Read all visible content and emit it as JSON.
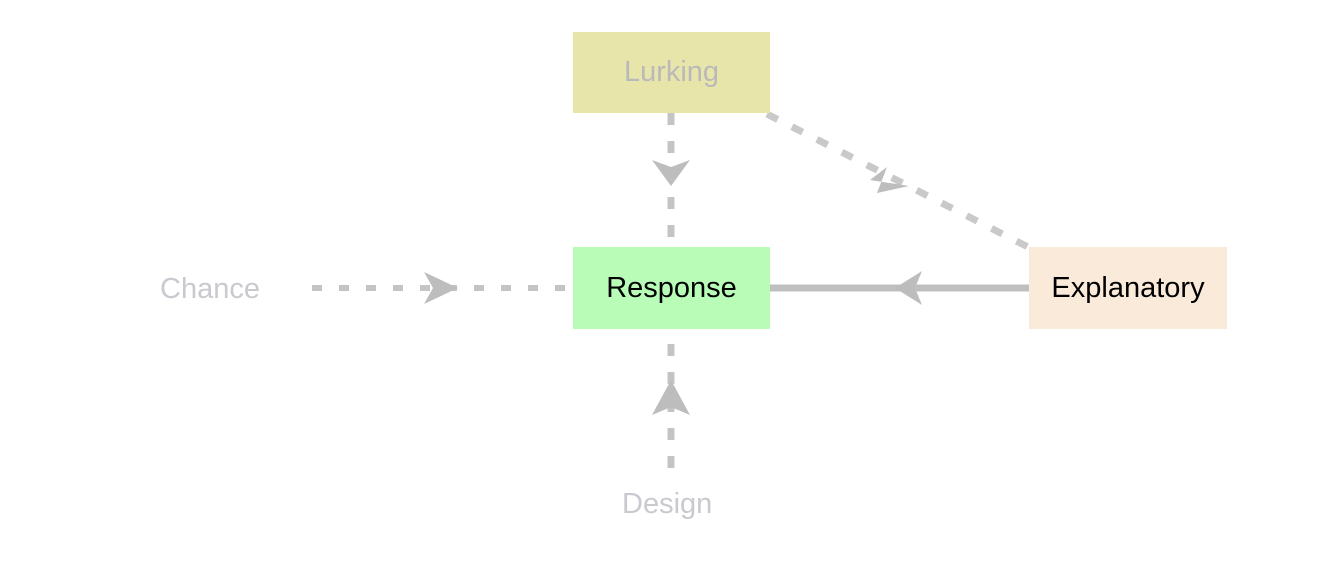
{
  "diagram": {
    "title": "Lurking variable causal diagram",
    "background_color": "#ffffff",
    "edge_color": "#bfbfbf",
    "nodes": [
      {
        "id": "lurking",
        "label": "Lurking",
        "fill": "#e8e5ab",
        "text_color": "#b9b9b9"
      },
      {
        "id": "response",
        "label": "Response",
        "fill": "#b8fcb8",
        "text_color": "#000000"
      },
      {
        "id": "explanatory",
        "label": "Explanatory",
        "fill": "#faeada",
        "text_color": "#000000"
      }
    ],
    "free_labels": [
      {
        "id": "chance",
        "label": "Chance",
        "text_color": "#c9c9cf"
      },
      {
        "id": "design",
        "label": "Design",
        "text_color": "#c9c9cf"
      }
    ],
    "edges": [
      {
        "id": "lurking-to-response",
        "from": "lurking",
        "to": "response",
        "style": "dashed",
        "direction": "down",
        "color": "#bfbfbf"
      },
      {
        "id": "lurking-to-explanatory",
        "from": "lurking",
        "to": "explanatory",
        "style": "dashed",
        "direction": "down-right",
        "color": "#bfbfbf"
      },
      {
        "id": "explanatory-to-response",
        "from": "explanatory",
        "to": "response",
        "style": "solid",
        "direction": "left",
        "color": "#bfbfbf"
      },
      {
        "id": "chance-to-response",
        "from": "chance",
        "to": "response",
        "style": "dotted",
        "direction": "right",
        "color": "#bfbfbf"
      },
      {
        "id": "design-to-response",
        "from": "design",
        "to": "response",
        "style": "dashed",
        "direction": "up",
        "color": "#bfbfbf"
      }
    ]
  }
}
